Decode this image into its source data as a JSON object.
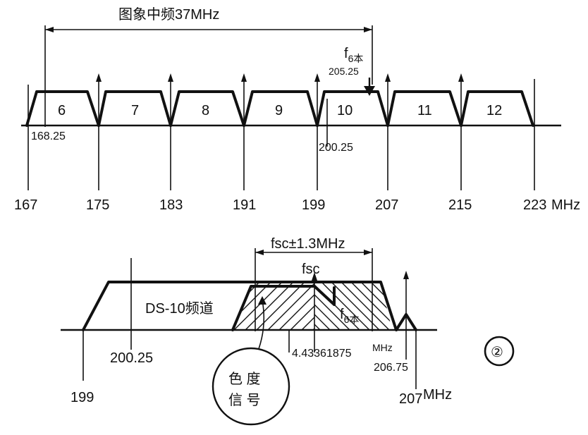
{
  "top": {
    "if_label": "图象中频37MHz",
    "f_label": "f",
    "f_sub": "6本",
    "f_value": "205.25",
    "marker_left": "168.25",
    "marker_mid": "200.25",
    "channels": [
      "6",
      "7",
      "8",
      "9",
      "10",
      "11",
      "12"
    ],
    "ticks": [
      "167",
      "175",
      "183",
      "191",
      "199",
      "207",
      "215",
      "223"
    ],
    "unit": "MHz"
  },
  "bottom": {
    "bw_label": "fsc±1.3MHz",
    "fsc_label": "fsc",
    "f6_label": "f",
    "f6_sub": "6本",
    "ch_label": "DS-10频道",
    "freq_label": "4.43361875",
    "freq_unit": "MHz",
    "freq_right": "206.75",
    "tick_left": "200.25",
    "tick_199": "199",
    "tick_207": "207",
    "unit": "MHz",
    "circle_line1": "色 度",
    "circle_line2": "信 号"
  },
  "figure_number": "②"
}
